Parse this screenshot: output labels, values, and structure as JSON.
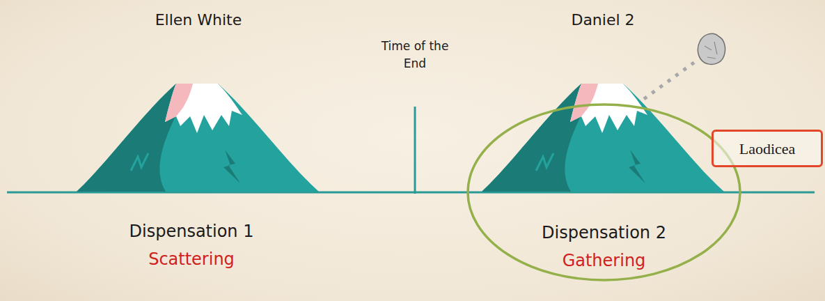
{
  "diagram": {
    "nodes": [
      {
        "text": [
          "Dispensation 2",
          "Gathering"
        ]
      },
      {
        "text": [
          "Laodicea"
        ]
      }
    ],
    "labels": [
      "Ellen White",
      "Daniel 2",
      "Time of the End",
      "Dispensation 1",
      "Scattering"
    ]
  }
}
